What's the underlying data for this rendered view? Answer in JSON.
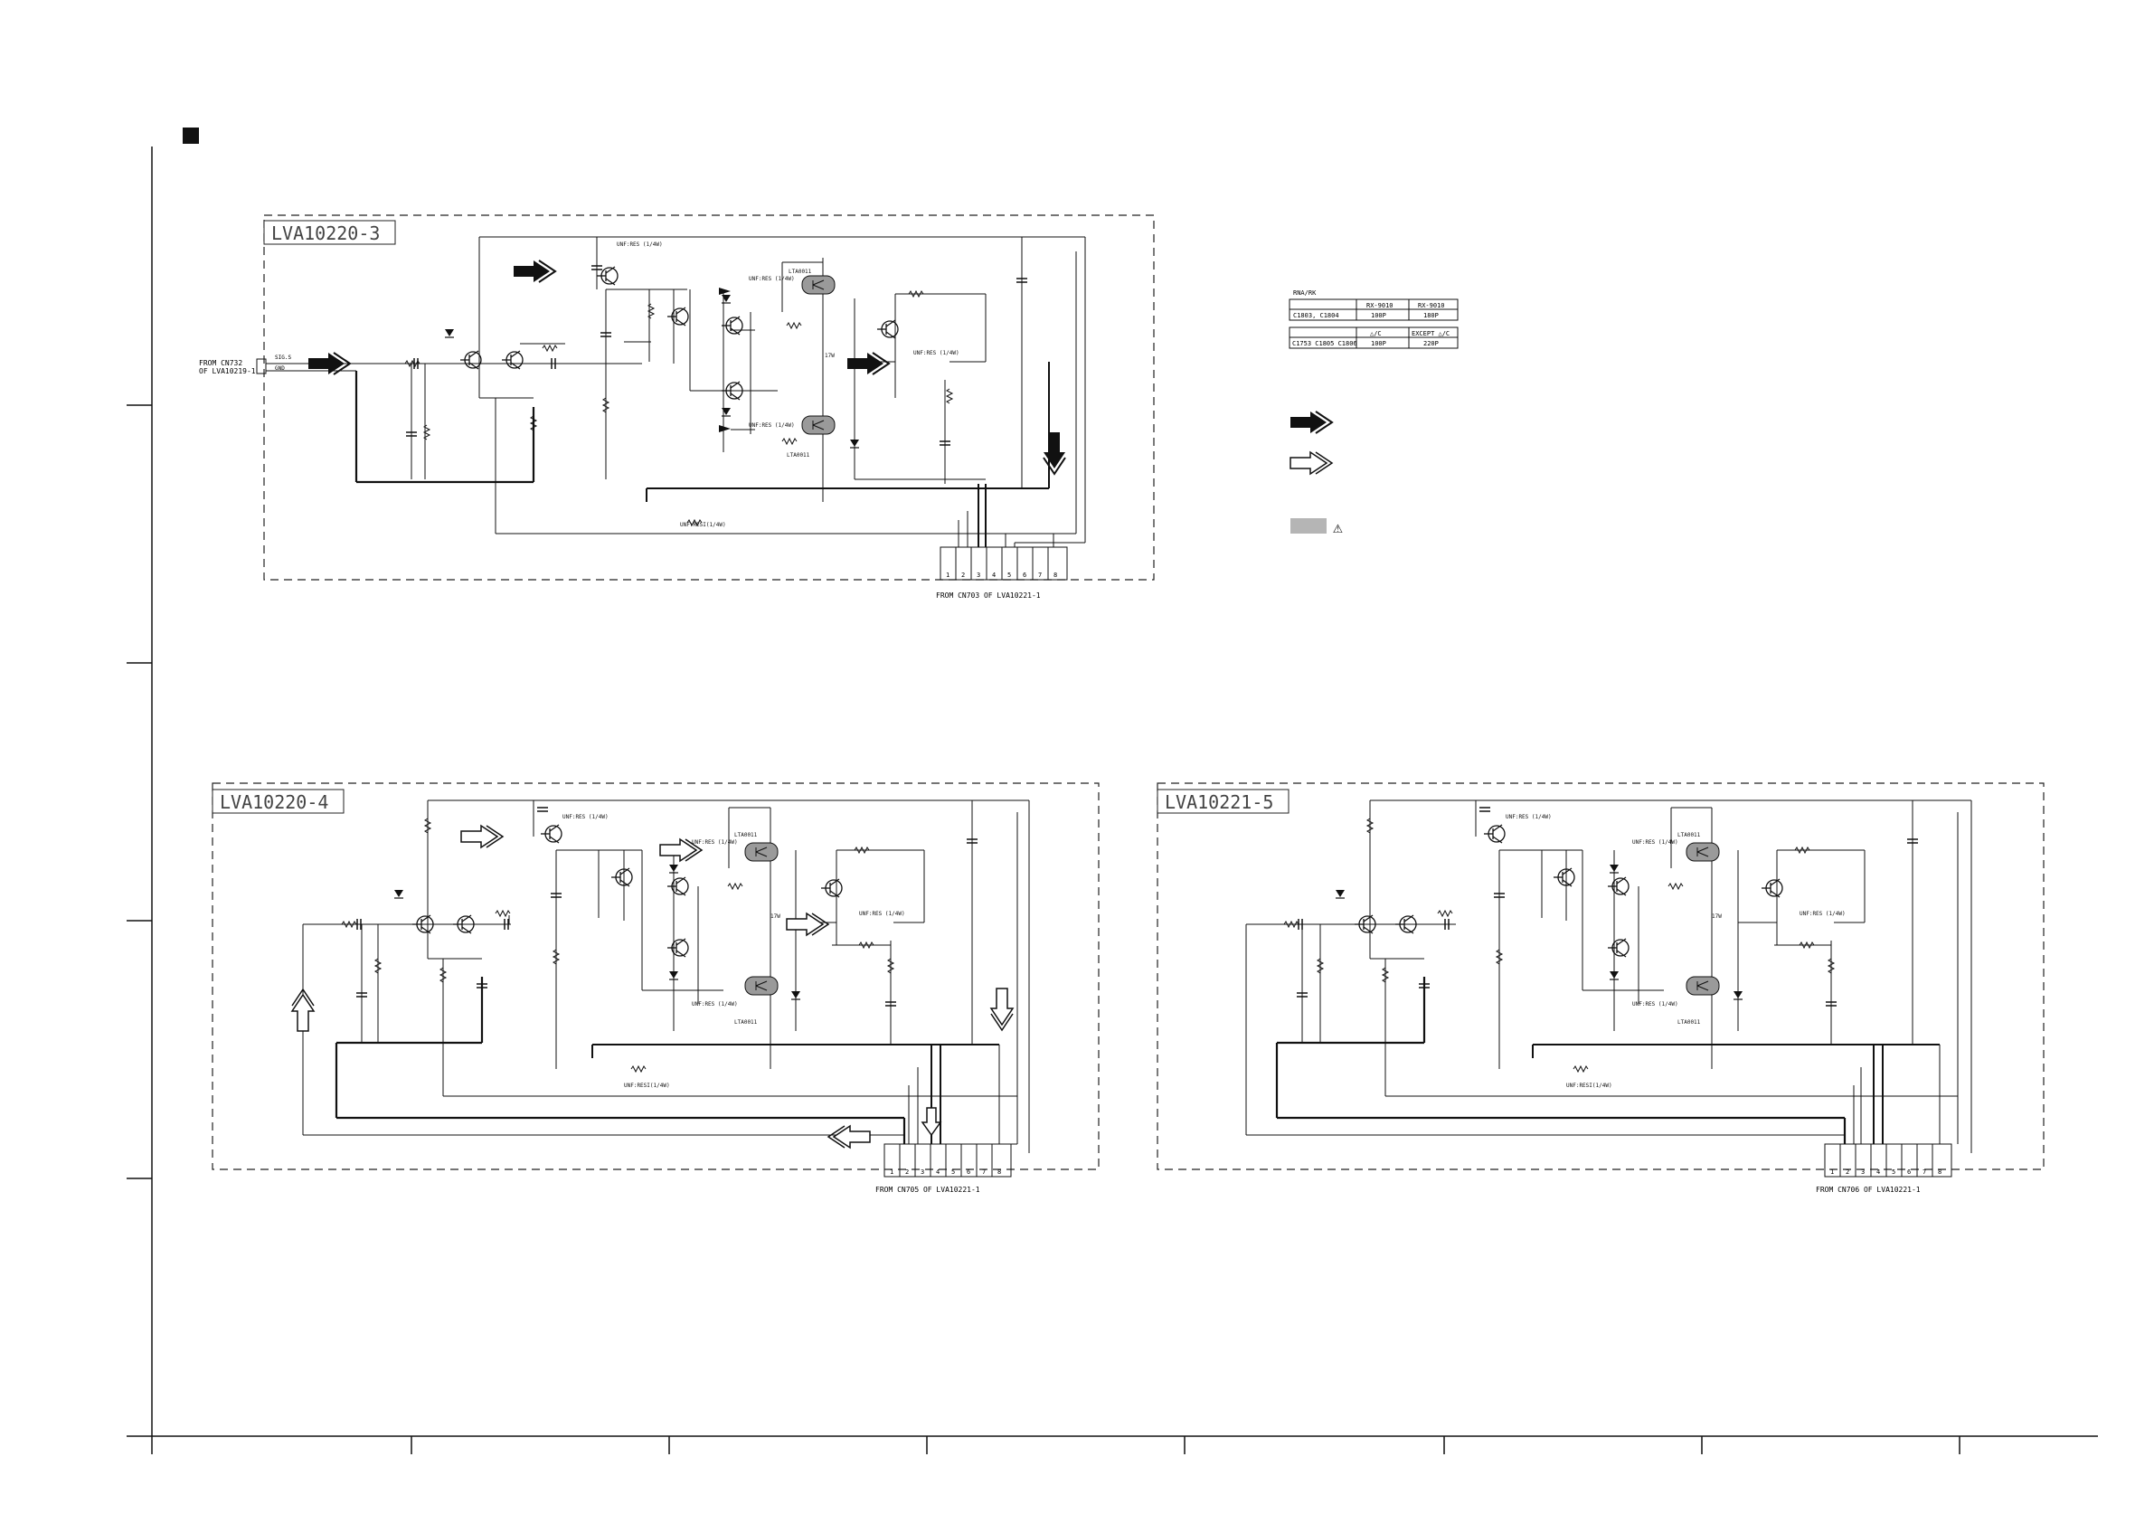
{
  "sheet": {
    "board_labels": [
      "LVA10220-3",
      "LVA10220-4",
      "LVA10221-5"
    ],
    "ref_in_label": [
      "FROM CN732",
      "OF LVA10219-1"
    ],
    "ref_in_pins": [
      "SIG.S",
      "GND"
    ],
    "ref_out_label_1": "FROM CN703  OF  LVA10221-1",
    "ref_out_label_2": "FROM CN705  OF  LVA10221-1",
    "ref_out_label_3": "FROM CN706  OF  LVA10221-1",
    "connector_pins": [
      "1",
      "2",
      "3",
      "4",
      "5",
      "6",
      "7",
      "8"
    ],
    "resistor_note": "UNF:RESI(1/4W)",
    "part_labels": [
      "UNF:RES (1/4W)",
      "LTA0011",
      "17W"
    ]
  },
  "table": {
    "title": "RNA/RK",
    "row1": {
      "cells": [
        "",
        "RX-9010",
        "RX-9010"
      ]
    },
    "row2": {
      "cells": [
        "C1803, C1804",
        "100P",
        "180P"
      ]
    },
    "row3": {
      "cells": [
        "",
        "△/C",
        "EXCEPT △/C"
      ]
    },
    "row4": {
      "cells": [
        "C1753 C1805 C1806",
        "100P",
        "220P"
      ]
    }
  },
  "legend": {
    "black_arrow_label": "",
    "white_arrow_label": "",
    "shaded_label": "",
    "warning_glyph": "⚠"
  },
  "frame": {
    "bottom_ticks": 8,
    "left_ticks": 4
  },
  "colors": {
    "line": "#111111",
    "shade": "#b5b5b5",
    "frame_text": "#777777"
  }
}
